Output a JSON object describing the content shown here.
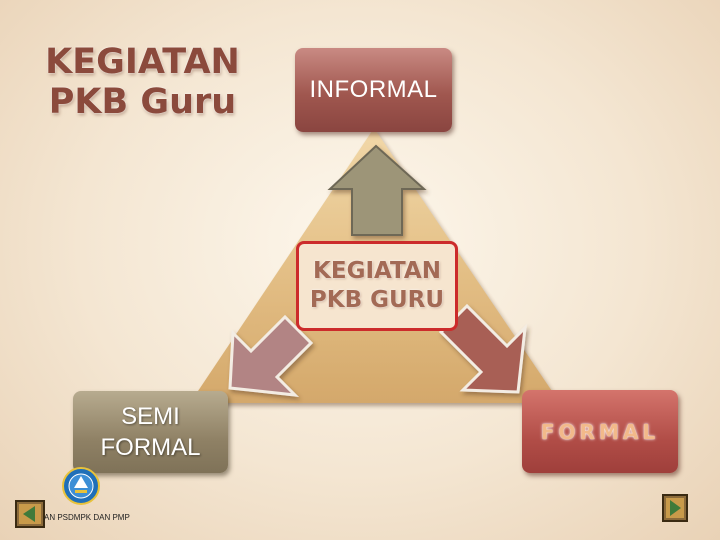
{
  "title": {
    "line1": "KEGIATAN",
    "line2": "PKB Guru"
  },
  "diagram": {
    "top_box": "INFORMAL",
    "center_box": {
      "line1": "KEGIATAN",
      "line2": "PKB GURU"
    },
    "left_box": {
      "line1": "SEMI",
      "line2": "FORMAL"
    },
    "right_box": "FORMAL"
  },
  "footer": {
    "text": "AN PSDMPK DAN PMP"
  },
  "icons": {
    "logo": "tut-wuri-handayani-logo-icon",
    "back": "back-arrow-icon",
    "forward": "forward-arrow-icon"
  },
  "colors": {
    "title": "#8b4a3c",
    "informal": "#a0574f",
    "semi_formal": "#8f8165",
    "formal": "#b14d47",
    "center_border": "#cc2b2b",
    "pyramid": "#e0b97c"
  }
}
